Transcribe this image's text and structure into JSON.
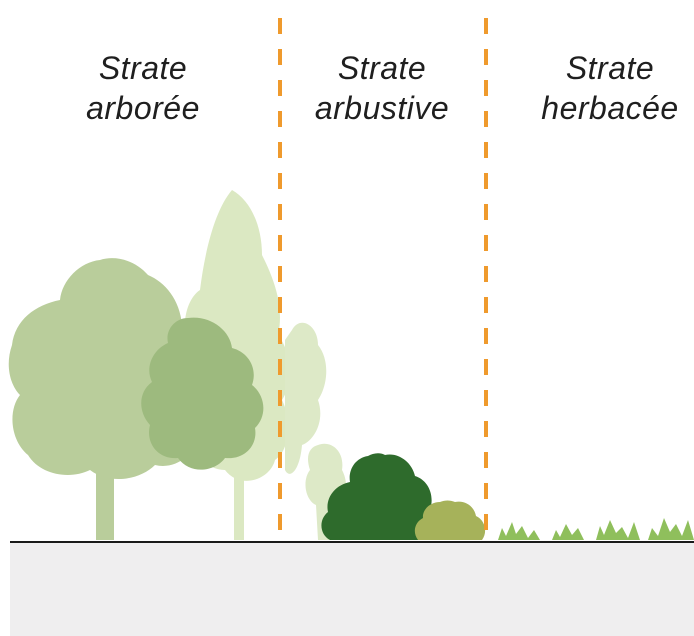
{
  "labels": {
    "arboree": {
      "line1": "Strate",
      "line2": "arborée"
    },
    "arbustive": {
      "line1": "Strate",
      "line2": "arbustive"
    },
    "herbacee": {
      "line1": "Strate",
      "line2": "herbacée"
    }
  },
  "colors": {
    "divider": "#ef9a2d",
    "tree_light": "#dbe8c2",
    "tree_mid": "#b8cc98",
    "tree_dark": "#9db97d",
    "shrub_dark": "#2e6b2c",
    "shrub_olive": "#a6b25a",
    "grass": "#8fbf5c",
    "ground": "#efeeef"
  }
}
